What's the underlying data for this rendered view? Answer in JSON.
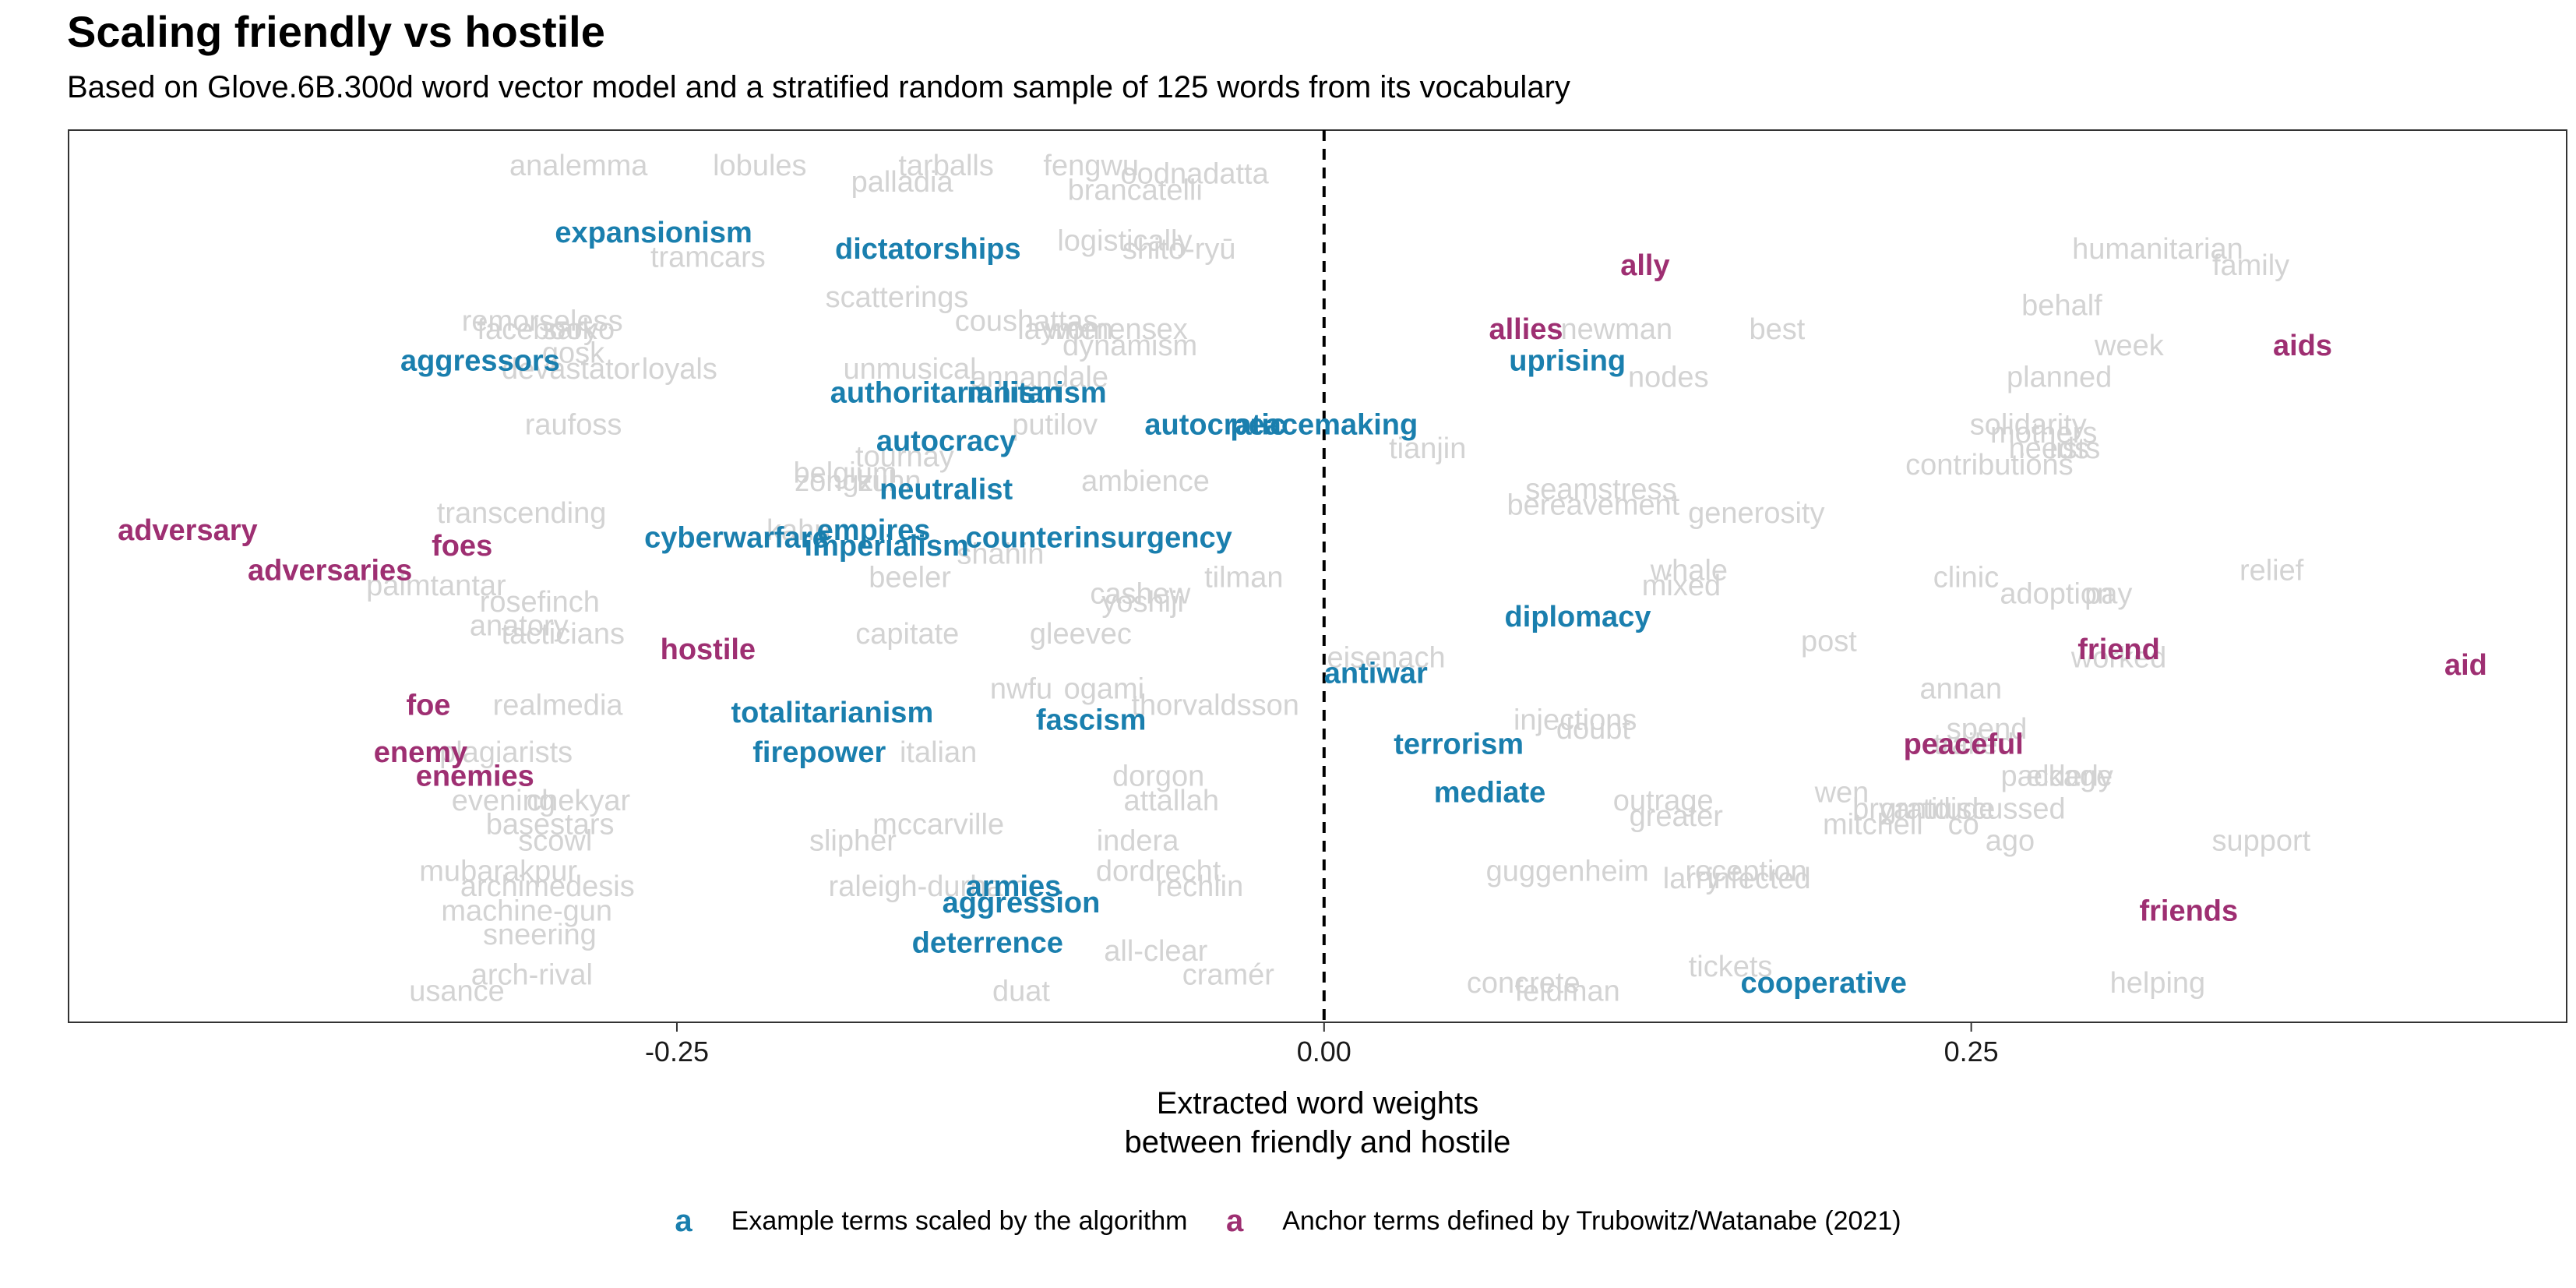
{
  "title": "Scaling friendly vs hostile",
  "subtitle": "Based on Glove.6B.300d word vector model and a stratified random sample of 125 words from its vocabulary",
  "colors": {
    "scaled": "#1a7fae",
    "anchor": "#9e2f72",
    "background": "#d3d3d3"
  },
  "legend": {
    "key_glyph": "a",
    "scaled_label": "Example terms scaled by the algorithm",
    "anchor_label": "Anchor terms defined by Trubowitz/Watanabe (2021)"
  },
  "chart_data": {
    "type": "scatter",
    "title": "",
    "subtitle": "",
    "xlabel": "Extracted word weights\nbetween friendly and hostile",
    "ylabel": "",
    "xlim": [
      -0.485,
      0.48
    ],
    "ylim": [
      0,
      1
    ],
    "xticks": [
      -0.25,
      0.0,
      0.25
    ],
    "xtick_labels": [
      "-0.25",
      "0.00",
      "0.25"
    ],
    "reference_line": {
      "x": 0.0,
      "style": "dashed"
    },
    "grid": false,
    "legend_position": "bottom",
    "y_axis_note": "y values are random jitter (0-1) used only to spread labels",
    "series": [
      {
        "name": "Example terms scaled by the algorithm",
        "role": "scaled",
        "points": [
          {
            "label": "expansionism",
            "x": -0.259,
            "y": 0.918
          },
          {
            "label": "dictatorships",
            "x": -0.153,
            "y": 0.898
          },
          {
            "label": "aggressors",
            "x": -0.326,
            "y": 0.761
          },
          {
            "label": "authoritarianism",
            "x": -0.146,
            "y": 0.722
          },
          {
            "label": "militarism",
            "x": -0.111,
            "y": 0.722
          },
          {
            "label": "autocracy",
            "x": -0.146,
            "y": 0.663
          },
          {
            "label": "autocratic",
            "x": -0.042,
            "y": 0.683
          },
          {
            "label": "peacemaking",
            "x": 0.0,
            "y": 0.683
          },
          {
            "label": "uprising",
            "x": 0.094,
            "y": 0.761
          },
          {
            "label": "neutralist",
            "x": -0.146,
            "y": 0.604
          },
          {
            "label": "cyberwarfare",
            "x": -0.227,
            "y": 0.545
          },
          {
            "label": "empires",
            "x": -0.174,
            "y": 0.554
          },
          {
            "label": "counterinsurgency",
            "x": -0.087,
            "y": 0.545
          },
          {
            "label": "imperialism",
            "x": -0.169,
            "y": 0.535
          },
          {
            "label": "diplomacy",
            "x": 0.098,
            "y": 0.448
          },
          {
            "label": "antiwar",
            "x": 0.02,
            "y": 0.379
          },
          {
            "label": "totalitarianism",
            "x": -0.19,
            "y": 0.331
          },
          {
            "label": "fascism",
            "x": -0.09,
            "y": 0.322
          },
          {
            "label": "firepower",
            "x": -0.195,
            "y": 0.282
          },
          {
            "label": "terrorism",
            "x": 0.052,
            "y": 0.292
          },
          {
            "label": "mediate",
            "x": 0.064,
            "y": 0.233
          },
          {
            "label": "armies",
            "x": -0.12,
            "y": 0.118
          },
          {
            "label": "aggression",
            "x": -0.117,
            "y": 0.098
          },
          {
            "label": "deterrence",
            "x": -0.13,
            "y": 0.049
          },
          {
            "label": "cooperative",
            "x": 0.193,
            "y": 0.0
          }
        ]
      },
      {
        "name": "Anchor terms defined by Trubowitz/Watanabe (2021)",
        "role": "anchor",
        "points": [
          {
            "label": "ally",
            "x": 0.124,
            "y": 0.878
          },
          {
            "label": "allies",
            "x": 0.078,
            "y": 0.8
          },
          {
            "label": "aids",
            "x": 0.378,
            "y": 0.78
          },
          {
            "label": "adversary",
            "x": -0.439,
            "y": 0.554
          },
          {
            "label": "foes",
            "x": -0.333,
            "y": 0.535
          },
          {
            "label": "adversaries",
            "x": -0.384,
            "y": 0.505
          },
          {
            "label": "hostile",
            "x": -0.238,
            "y": 0.408
          },
          {
            "label": "friend",
            "x": 0.307,
            "y": 0.408
          },
          {
            "label": "aid",
            "x": 0.441,
            "y": 0.389
          },
          {
            "label": "foe",
            "x": -0.346,
            "y": 0.34
          },
          {
            "label": "enemy",
            "x": -0.349,
            "y": 0.282
          },
          {
            "label": "enemies",
            "x": -0.328,
            "y": 0.253
          },
          {
            "label": "peaceful",
            "x": 0.247,
            "y": 0.292
          },
          {
            "label": "friends",
            "x": 0.334,
            "y": 0.088
          }
        ]
      },
      {
        "name": "",
        "role": "background",
        "points": [
          {
            "label": "analemma",
            "x": -0.288,
            "y": 1.0
          },
          {
            "label": "lobules",
            "x": -0.218,
            "y": 1.0
          },
          {
            "label": "tarballs",
            "x": -0.146,
            "y": 1.0
          },
          {
            "label": "fengwu",
            "x": -0.09,
            "y": 1.0
          },
          {
            "label": "oodnadatta",
            "x": -0.05,
            "y": 0.99
          },
          {
            "label": "palladia",
            "x": -0.163,
            "y": 0.98
          },
          {
            "label": "brancatelli",
            "x": -0.073,
            "y": 0.97
          },
          {
            "label": "logistically",
            "x": -0.077,
            "y": 0.908
          },
          {
            "label": "shitō-ryū",
            "x": -0.056,
            "y": 0.898
          },
          {
            "label": "tramcars",
            "x": -0.238,
            "y": 0.888
          },
          {
            "label": "humanitarian",
            "x": 0.322,
            "y": 0.898
          },
          {
            "label": "family",
            "x": 0.358,
            "y": 0.878
          },
          {
            "label": "behalf",
            "x": 0.285,
            "y": 0.829
          },
          {
            "label": "scatterings",
            "x": -0.165,
            "y": 0.839
          },
          {
            "label": "coushattas",
            "x": -0.115,
            "y": 0.81
          },
          {
            "label": "remorseless",
            "x": -0.302,
            "y": 0.81
          },
          {
            "label": "facebook",
            "x": -0.304,
            "y": 0.8
          },
          {
            "label": "saryo",
            "x": -0.288,
            "y": 0.8
          },
          {
            "label": "gosk",
            "x": -0.29,
            "y": 0.771
          },
          {
            "label": "devastator",
            "x": -0.291,
            "y": 0.751
          },
          {
            "label": "loyals",
            "x": -0.249,
            "y": 0.751
          },
          {
            "label": "laymen",
            "x": -0.1,
            "y": 0.8
          },
          {
            "label": "womensex",
            "x": -0.08,
            "y": 0.8
          },
          {
            "label": "dynamism",
            "x": -0.075,
            "y": 0.78
          },
          {
            "label": "newman",
            "x": 0.113,
            "y": 0.8
          },
          {
            "label": "best",
            "x": 0.175,
            "y": 0.8
          },
          {
            "label": "week",
            "x": 0.311,
            "y": 0.78
          },
          {
            "label": "unmusical",
            "x": -0.16,
            "y": 0.751
          },
          {
            "label": "annandale",
            "x": -0.11,
            "y": 0.741
          },
          {
            "label": "nodes",
            "x": 0.133,
            "y": 0.741
          },
          {
            "label": "planned",
            "x": 0.284,
            "y": 0.741
          },
          {
            "label": "raufoss",
            "x": -0.29,
            "y": 0.683
          },
          {
            "label": "putilov",
            "x": -0.104,
            "y": 0.683
          },
          {
            "label": "solidarity",
            "x": 0.272,
            "y": 0.683
          },
          {
            "label": "mothers",
            "x": 0.278,
            "y": 0.673
          },
          {
            "label": "tianjin",
            "x": 0.04,
            "y": 0.654
          },
          {
            "label": "needs",
            "x": 0.28,
            "y": 0.654
          },
          {
            "label": "lists",
            "x": 0.29,
            "y": 0.654
          },
          {
            "label": "tournay",
            "x": -0.162,
            "y": 0.644
          },
          {
            "label": "contributions",
            "x": 0.257,
            "y": 0.634
          },
          {
            "label": "belgium",
            "x": -0.185,
            "y": 0.624
          },
          {
            "label": "zongzi",
            "x": -0.188,
            "y": 0.614
          },
          {
            "label": "kuhn",
            "x": -0.168,
            "y": 0.614
          },
          {
            "label": "ambience",
            "x": -0.069,
            "y": 0.614
          },
          {
            "label": "seamstress",
            "x": 0.107,
            "y": 0.604
          },
          {
            "label": "bereavement",
            "x": 0.104,
            "y": 0.585
          },
          {
            "label": "generosity",
            "x": 0.167,
            "y": 0.575
          },
          {
            "label": "transcending",
            "x": -0.31,
            "y": 0.575
          },
          {
            "label": "kahn",
            "x": -0.203,
            "y": 0.554
          },
          {
            "label": "shahin",
            "x": -0.125,
            "y": 0.525
          },
          {
            "label": "beeler",
            "x": -0.16,
            "y": 0.496
          },
          {
            "label": "tilman",
            "x": -0.031,
            "y": 0.496
          },
          {
            "label": "whale",
            "x": 0.141,
            "y": 0.505
          },
          {
            "label": "mixed",
            "x": 0.138,
            "y": 0.486
          },
          {
            "label": "clinic",
            "x": 0.248,
            "y": 0.496
          },
          {
            "label": "relief",
            "x": 0.366,
            "y": 0.505
          },
          {
            "label": "palmtantar",
            "x": -0.343,
            "y": 0.486
          },
          {
            "label": "rosefinch",
            "x": -0.303,
            "y": 0.466
          },
          {
            "label": "cashew",
            "x": -0.071,
            "y": 0.476
          },
          {
            "label": "yoshiji",
            "x": -0.07,
            "y": 0.466
          },
          {
            "label": "adoption",
            "x": 0.283,
            "y": 0.476
          },
          {
            "label": "pay",
            "x": 0.303,
            "y": 0.476
          },
          {
            "label": "anatory",
            "x": -0.311,
            "y": 0.437
          },
          {
            "label": "tacticians",
            "x": -0.294,
            "y": 0.427
          },
          {
            "label": "capitate",
            "x": -0.161,
            "y": 0.427
          },
          {
            "label": "gleevec",
            "x": -0.094,
            "y": 0.427
          },
          {
            "label": "post",
            "x": 0.195,
            "y": 0.418
          },
          {
            "label": "eisenach",
            "x": 0.024,
            "y": 0.398
          },
          {
            "label": "worked",
            "x": 0.307,
            "y": 0.398
          },
          {
            "label": "realmedia",
            "x": -0.296,
            "y": 0.34
          },
          {
            "label": "nwfu",
            "x": -0.117,
            "y": 0.36
          },
          {
            "label": "ogami",
            "x": -0.085,
            "y": 0.36
          },
          {
            "label": "thorvaldsson",
            "x": -0.042,
            "y": 0.34
          },
          {
            "label": "annan",
            "x": 0.246,
            "y": 0.36
          },
          {
            "label": "injections",
            "x": 0.097,
            "y": 0.322
          },
          {
            "label": "doubt",
            "x": 0.104,
            "y": 0.311
          },
          {
            "label": "spend",
            "x": 0.256,
            "y": 0.311
          },
          {
            "label": "plagiarists",
            "x": -0.316,
            "y": 0.282
          },
          {
            "label": "trailed",
            "x": 0.251,
            "y": 0.292
          },
          {
            "label": "italian",
            "x": -0.149,
            "y": 0.282
          },
          {
            "label": "dorgon",
            "x": -0.064,
            "y": 0.253
          },
          {
            "label": "attallah",
            "x": -0.059,
            "y": 0.223
          },
          {
            "label": "package",
            "x": 0.283,
            "y": 0.253
          },
          {
            "label": "elderly",
            "x": 0.288,
            "y": 0.253
          },
          {
            "label": "evening",
            "x": -0.317,
            "y": 0.223
          },
          {
            "label": "chekyar",
            "x": -0.288,
            "y": 0.223
          },
          {
            "label": "outrage",
            "x": 0.131,
            "y": 0.223
          },
          {
            "label": "wen",
            "x": 0.2,
            "y": 0.233
          },
          {
            "label": "greater",
            "x": 0.136,
            "y": 0.204
          },
          {
            "label": "bryant",
            "x": 0.22,
            "y": 0.213
          },
          {
            "label": "gratitude",
            "x": 0.237,
            "y": 0.213
          },
          {
            "label": "discussed",
            "x": 0.261,
            "y": 0.213
          },
          {
            "label": "mitchell",
            "x": 0.212,
            "y": 0.194
          },
          {
            "label": "co",
            "x": 0.247,
            "y": 0.194
          },
          {
            "label": "ago",
            "x": 0.265,
            "y": 0.174
          },
          {
            "label": "support",
            "x": 0.362,
            "y": 0.174
          },
          {
            "label": "basestars",
            "x": -0.299,
            "y": 0.194
          },
          {
            "label": "scowl",
            "x": -0.297,
            "y": 0.174
          },
          {
            "label": "slipher",
            "x": -0.182,
            "y": 0.174
          },
          {
            "label": "mccarville",
            "x": -0.149,
            "y": 0.194
          },
          {
            "label": "indera",
            "x": -0.072,
            "y": 0.174
          },
          {
            "label": "mubarakpur",
            "x": -0.319,
            "y": 0.137
          },
          {
            "label": "archimedesis",
            "x": -0.3,
            "y": 0.118
          },
          {
            "label": "machine-gun",
            "x": -0.308,
            "y": 0.088
          },
          {
            "label": "raleigh-durham",
            "x": -0.153,
            "y": 0.118
          },
          {
            "label": "dordrecht",
            "x": -0.064,
            "y": 0.137
          },
          {
            "label": "rechlin",
            "x": -0.048,
            "y": 0.118
          },
          {
            "label": "guggenheim",
            "x": 0.094,
            "y": 0.137
          },
          {
            "label": "reception",
            "x": 0.163,
            "y": 0.137
          },
          {
            "label": "larry",
            "x": 0.142,
            "y": 0.128
          },
          {
            "label": "infected",
            "x": 0.168,
            "y": 0.128
          },
          {
            "label": "sneering",
            "x": -0.303,
            "y": 0.059
          },
          {
            "label": "all-clear",
            "x": -0.065,
            "y": 0.039
          },
          {
            "label": "arch-rival",
            "x": -0.306,
            "y": 0.01
          },
          {
            "label": "cramér",
            "x": -0.037,
            "y": 0.01
          },
          {
            "label": "tickets",
            "x": 0.157,
            "y": 0.02
          },
          {
            "label": "usance",
            "x": -0.335,
            "y": -0.01
          },
          {
            "label": "duat",
            "x": -0.117,
            "y": -0.01
          },
          {
            "label": "concrete",
            "x": 0.077,
            "y": 0.0
          },
          {
            "label": "feldman",
            "x": 0.094,
            "y": -0.01
          },
          {
            "label": "helping",
            "x": 0.322,
            "y": 0.0
          }
        ]
      }
    ]
  }
}
